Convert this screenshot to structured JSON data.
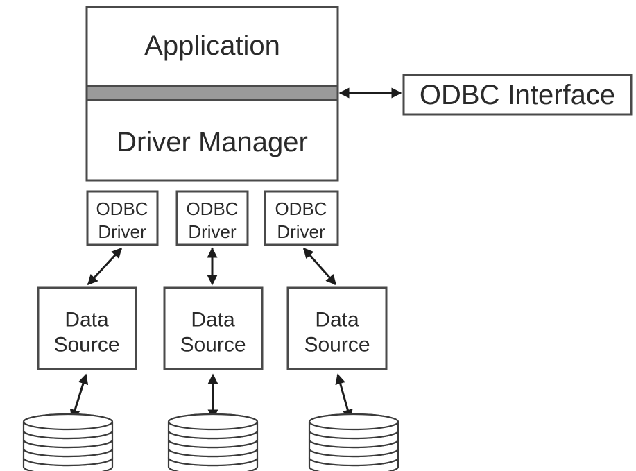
{
  "diagram": {
    "application_label": "Application",
    "driver_manager_label": "Driver Manager",
    "odbc_interface_label": "ODBC Interface",
    "drivers": [
      {
        "line1": "ODBC",
        "line2": "Driver"
      },
      {
        "line1": "ODBC",
        "line2": "Driver"
      },
      {
        "line1": "ODBC",
        "line2": "Driver"
      }
    ],
    "data_sources": [
      {
        "line1": "Data",
        "line2": "Source"
      },
      {
        "line1": "Data",
        "line2": "Source"
      },
      {
        "line1": "Data",
        "line2": "Source"
      }
    ],
    "colors": {
      "interface_bar": "#9a9a9a",
      "stroke": "#4a4a4a",
      "text": "#2a2a2a"
    }
  }
}
